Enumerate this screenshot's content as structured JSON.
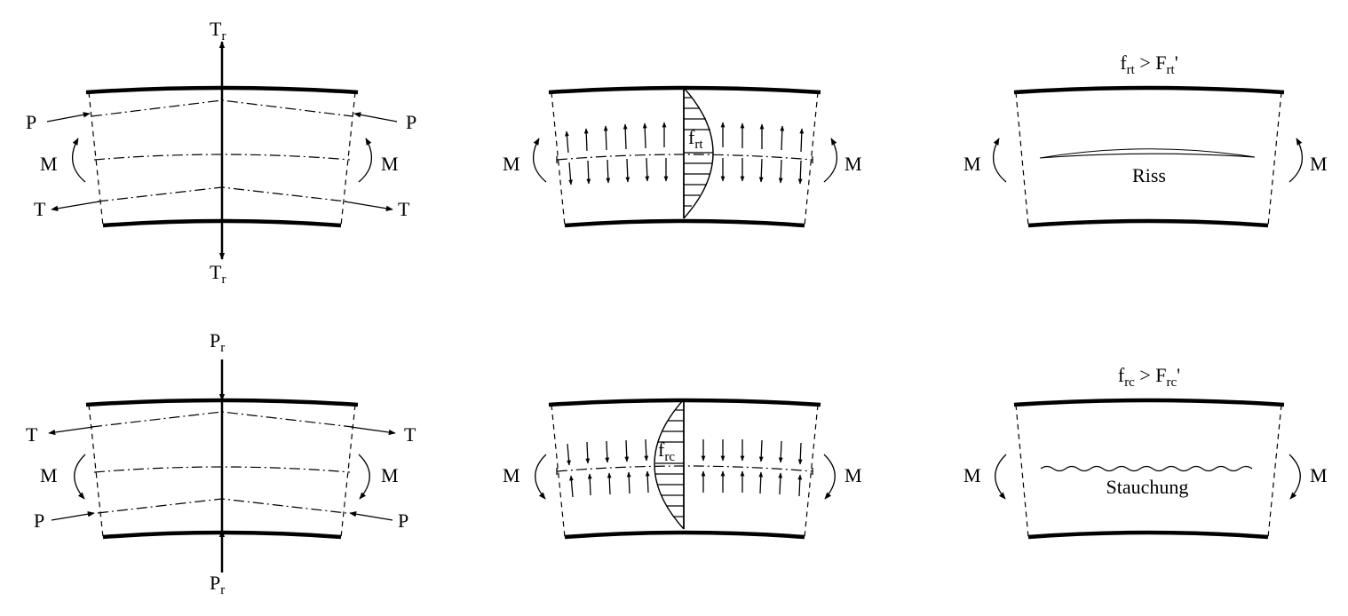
{
  "top_row": {
    "left": {
      "axial_force_top": {
        "base": "T",
        "sub": "r"
      },
      "axial_force_bottom": {
        "base": "T",
        "sub": "r"
      },
      "force_left": "P",
      "force_right": "P",
      "moment_left": "M",
      "moment_right": "M",
      "tension_left": "T",
      "tension_right": "T"
    },
    "middle": {
      "moment_left": "M",
      "moment_right": "M",
      "stress_label": {
        "base": "f",
        "sub": "rt"
      }
    },
    "right": {
      "condition": {
        "base1": "f",
        "sub1": "rt",
        "op": " > ",
        "base2": "F",
        "sub2": "rt",
        "suffix": "'"
      },
      "moment_left": "M",
      "moment_right": "M",
      "failure_label": "Riss"
    }
  },
  "bottom_row": {
    "left": {
      "axial_force_top": {
        "base": "P",
        "sub": "r"
      },
      "axial_force_bottom": {
        "base": "P",
        "sub": "r"
      },
      "tension_left": "T",
      "tension_right": "T",
      "moment_left": "M",
      "moment_right": "M",
      "force_left": "P",
      "force_right": "P"
    },
    "middle": {
      "moment_left": "M",
      "moment_right": "M",
      "stress_label": {
        "base": "f",
        "sub": "rc"
      }
    },
    "right": {
      "condition": {
        "base1": "f",
        "sub1": "rc",
        "op": " > ",
        "base2": "F",
        "sub2": "rc",
        "suffix": "'"
      },
      "moment_left": "M",
      "moment_right": "M",
      "failure_label": "Stauchung"
    }
  },
  "colors": {
    "ink": "#000000",
    "background": "#ffffff"
  }
}
